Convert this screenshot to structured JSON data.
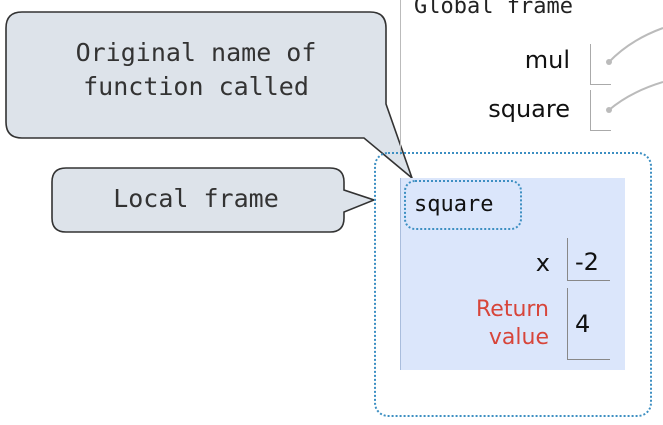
{
  "callouts": {
    "original_name": [
      "Original name of",
      "function called"
    ],
    "local_frame": "Local frame"
  },
  "global_frame": {
    "title": "Global frame",
    "variables": [
      "mul",
      "square"
    ]
  },
  "local_frame": {
    "name": "square",
    "bindings": [
      {
        "name": "x",
        "value": "-2"
      }
    ],
    "return_label": [
      "Return",
      "value"
    ],
    "return_value": "4"
  },
  "colors": {
    "frame_bg": "#dbe6fb",
    "callout_bg": "#dde3ea",
    "dotted_outline": "#3d8fc2",
    "return_label": "#d7453a"
  }
}
